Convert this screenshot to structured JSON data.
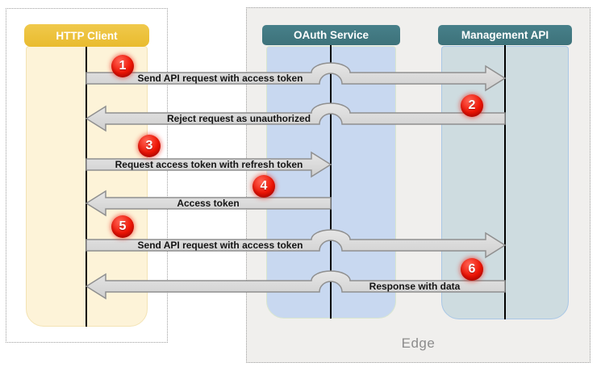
{
  "diagram": {
    "client_group": {
      "actor": "HTTP Client"
    },
    "edge_group": {
      "label": "Edge",
      "actors": [
        "OAuth Service",
        "Management API"
      ]
    },
    "actors": [
      {
        "name": "HTTP Client"
      },
      {
        "name": "OAuth Service"
      },
      {
        "name": "Management API"
      }
    ],
    "steps": [
      {
        "num": "1",
        "label": "Send API request with access token",
        "from": "HTTP Client",
        "to": "Management API"
      },
      {
        "num": "2",
        "label": "Reject request as unauthorized",
        "from": "Management API",
        "to": "HTTP Client"
      },
      {
        "num": "3",
        "label": "Request access token with refresh token",
        "from": "HTTP Client",
        "to": "OAuth Service"
      },
      {
        "num": "4",
        "label": "Access token",
        "from": "OAuth Service",
        "to": "HTTP Client"
      },
      {
        "num": "5",
        "label": "Send API request with access token",
        "from": "HTTP Client",
        "to": "Management API"
      },
      {
        "num": "6",
        "label": "Response with data",
        "from": "Management API",
        "to": "HTTP Client"
      }
    ],
    "colors": {
      "client_header": "#ecc03a",
      "client_body": "#fdf3d8",
      "service_header": "#41757d",
      "oauth_body": "#c8d8f0",
      "management_body": "#cedce0",
      "edge_background": "#f0efed",
      "arrow_fill": "#d6d6d6",
      "arrow_border": "#8f8f8f",
      "badge_red": "#ee1505",
      "lifeline": "#000000"
    }
  }
}
